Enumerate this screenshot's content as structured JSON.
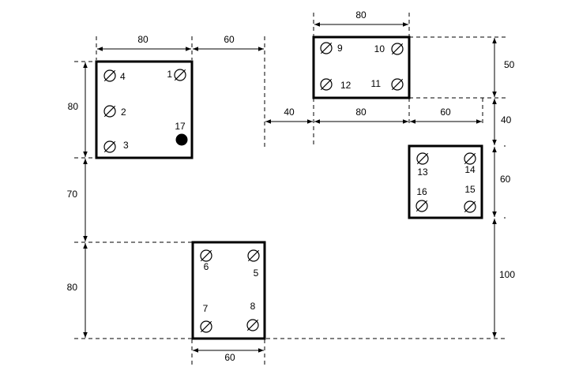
{
  "plates": [
    {
      "id": "A",
      "holes": [
        {
          "label": "4",
          "type": "hatched"
        },
        {
          "label": "1",
          "type": "hatched"
        },
        {
          "label": "2",
          "type": "hatched"
        },
        {
          "label": "3",
          "type": "hatched"
        },
        {
          "label": "17",
          "type": "solid"
        }
      ]
    },
    {
      "id": "B",
      "holes": [
        {
          "label": "9",
          "type": "hatched"
        },
        {
          "label": "10",
          "type": "hatched"
        },
        {
          "label": "12",
          "type": "hatched"
        },
        {
          "label": "11",
          "type": "hatched"
        }
      ]
    },
    {
      "id": "C",
      "holes": [
        {
          "label": "13",
          "type": "hatched"
        },
        {
          "label": "14",
          "type": "hatched"
        },
        {
          "label": "16",
          "type": "hatched"
        },
        {
          "label": "15",
          "type": "hatched"
        }
      ]
    },
    {
      "id": "D",
      "holes": [
        {
          "label": "6",
          "type": "hatched"
        },
        {
          "label": "5",
          "type": "hatched"
        },
        {
          "label": "7",
          "type": "hatched"
        },
        {
          "label": "8",
          "type": "hatched"
        }
      ]
    }
  ],
  "dimensions": {
    "a_width": "80",
    "a_gap_right": "60",
    "b_width_top": "80",
    "b_height": "50",
    "a_height": "80",
    "gap_40": "40",
    "b_width_mid": "80",
    "c_offset": "60",
    "b_c_gap": "40",
    "c_height": "60",
    "a_d_gap": "70",
    "d_height": "80",
    "c_bottom_gap": "100",
    "d_width": "60"
  }
}
